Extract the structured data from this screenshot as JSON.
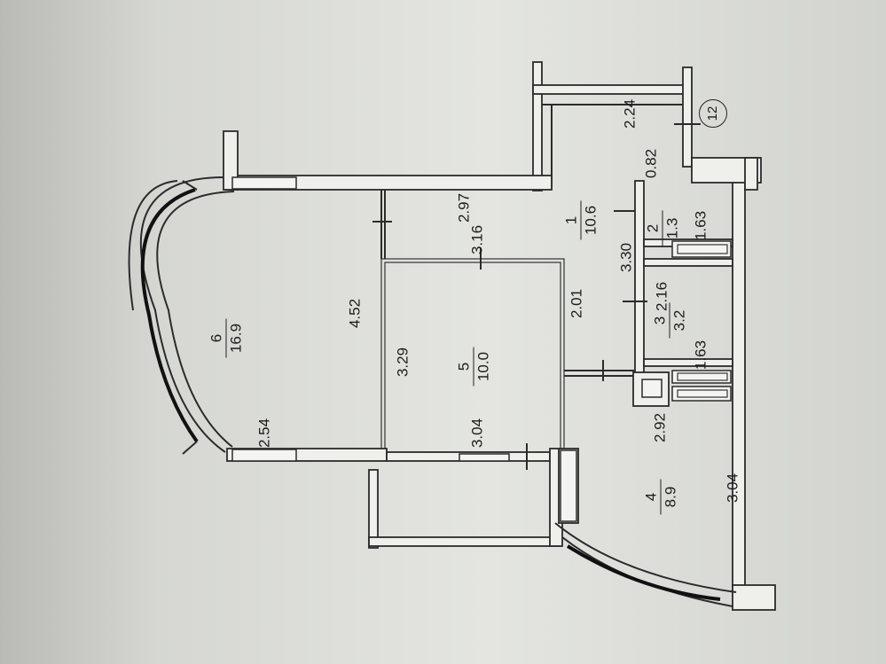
{
  "building_marker": "12",
  "rooms": [
    {
      "id": "r1",
      "number": "1",
      "area": "10.6"
    },
    {
      "id": "r2",
      "number": "2",
      "area": "1.3"
    },
    {
      "id": "r3",
      "number": "3",
      "area": "3.2"
    },
    {
      "id": "r4",
      "number": "4",
      "area": "8.9"
    },
    {
      "id": "r5",
      "number": "5",
      "area": "10.0"
    },
    {
      "id": "r6",
      "number": "6",
      "area": "16.9"
    }
  ],
  "dimensions": {
    "d_2_24": "2.24",
    "d_0_82": "0.82",
    "d_2_97": "2.97",
    "d_3_16": "3.16",
    "d_3_30": "3.30",
    "d_1_63_top": "1.63",
    "d_2_16": "2.16",
    "d_2_01": "2.01",
    "d_4_52": "4.52",
    "d_3_29": "3.29",
    "d_1_63_bottom": "1.63",
    "d_2_54": "2.54",
    "d_3_04_mid": "3.04",
    "d_2_92": "2.92",
    "d_3_04_right": "3.04"
  }
}
